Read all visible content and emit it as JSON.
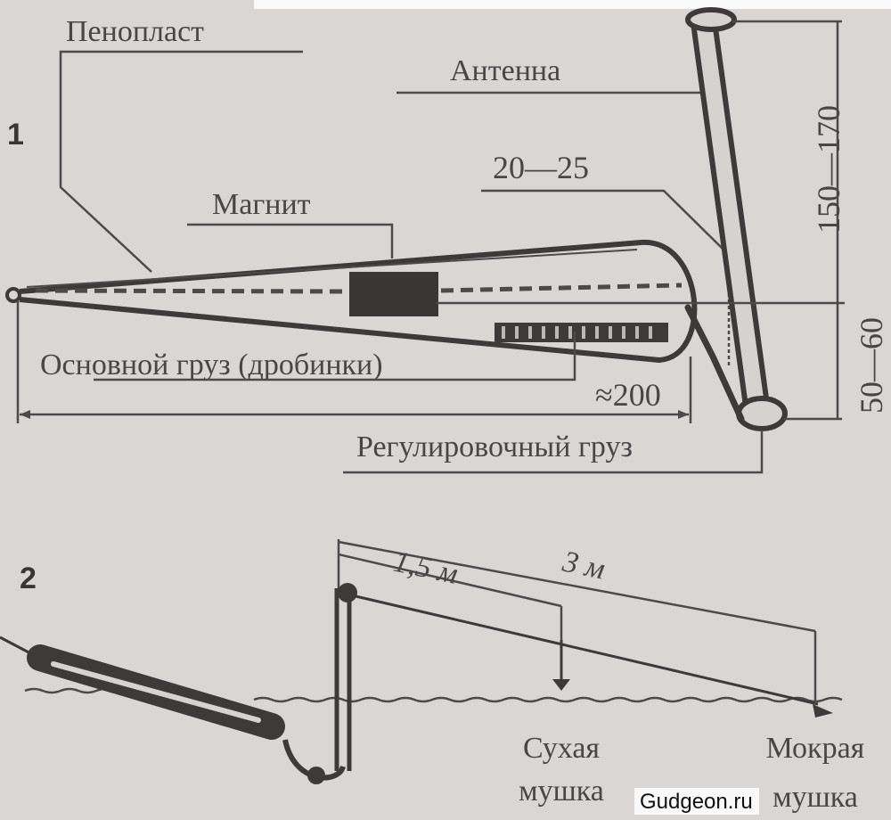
{
  "figure1": {
    "number": "1",
    "labels": {
      "foam": "Пенопласт",
      "antenna": "Антенна",
      "magnet": "Магнит",
      "main_weight": "Основной груз (дробинки)",
      "adjust_weight": "Регулировочный груз"
    },
    "dimensions": {
      "gap": "20—25",
      "antenna_height": "150—170",
      "antenna_bottom": "50—60",
      "length": "≈200"
    }
  },
  "figure2": {
    "number": "2",
    "dimensions": {
      "short": "1,5 м",
      "long": "3 м"
    },
    "labels": {
      "dry_fly_line1": "Сухая",
      "dry_fly_line2": "мушка",
      "wet_fly_line1": "Мокрая",
      "wet_fly_line2": "мушка"
    }
  },
  "watermark": "Gudgeon.ru"
}
